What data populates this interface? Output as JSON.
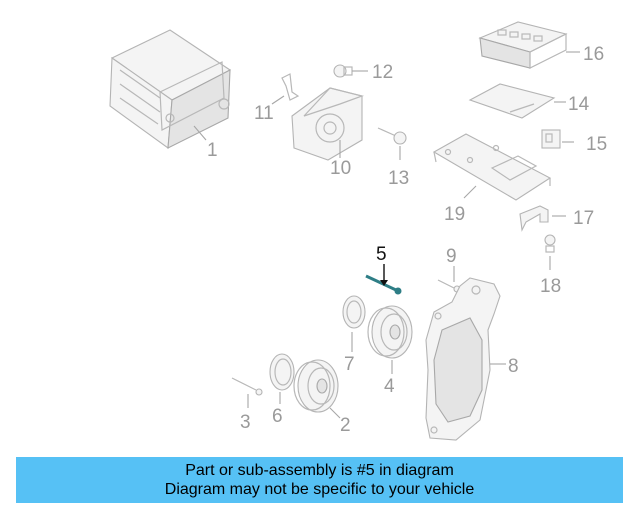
{
  "highlight_color": "#56c1f5",
  "diagram": {
    "highlighted_part": "5",
    "parts": [
      {
        "number": "1",
        "name_icon": "head-unit-icon"
      },
      {
        "number": "2",
        "name_icon": "speaker-icon"
      },
      {
        "number": "3",
        "name_icon": "screw-icon"
      },
      {
        "number": "4",
        "name_icon": "speaker-icon"
      },
      {
        "number": "5",
        "name_icon": "screw-icon"
      },
      {
        "number": "6",
        "name_icon": "ring-gasket-icon"
      },
      {
        "number": "7",
        "name_icon": "ring-gasket-icon"
      },
      {
        "number": "8",
        "name_icon": "door-panel-bracket-icon"
      },
      {
        "number": "9",
        "name_icon": "screw-icon"
      },
      {
        "number": "10",
        "name_icon": "center-speaker-icon"
      },
      {
        "number": "11",
        "name_icon": "clip-icon"
      },
      {
        "number": "12",
        "name_icon": "nut-icon"
      },
      {
        "number": "13",
        "name_icon": "bolt-icon"
      },
      {
        "number": "14",
        "name_icon": "module-icon"
      },
      {
        "number": "15",
        "name_icon": "connector-icon"
      },
      {
        "number": "16",
        "name_icon": "control-panel-icon"
      },
      {
        "number": "17",
        "name_icon": "bracket-icon"
      },
      {
        "number": "18",
        "name_icon": "bolt-icon"
      },
      {
        "number": "19",
        "name_icon": "mounting-plate-icon"
      }
    ]
  },
  "banner": {
    "line1": "Part or sub-assembly is #5 in diagram",
    "line2": "Diagram may not be specific to your vehicle"
  }
}
